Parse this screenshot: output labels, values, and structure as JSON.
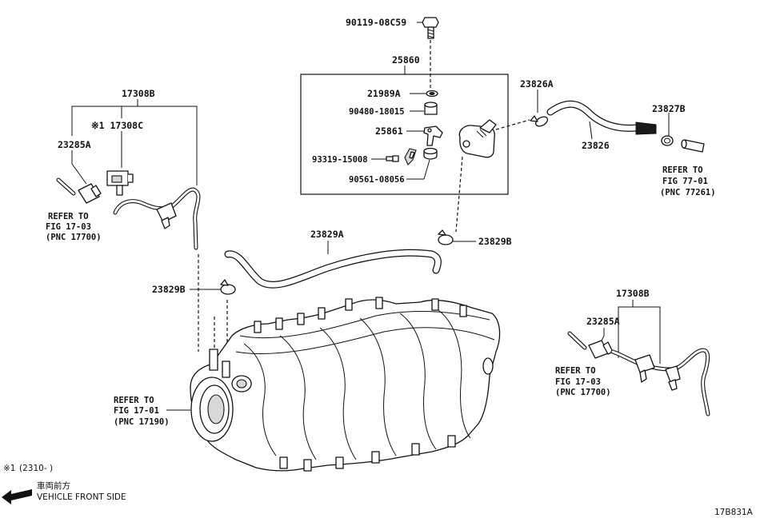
{
  "labels": {
    "p90119": "90119-08C59",
    "p25860": "25860",
    "p21989a": "21989A",
    "p90480": "90480-18015",
    "p25861": "25861",
    "p93319": "93319-15008",
    "p90561": "90561-08056",
    "p23826a": "23826A",
    "p23827b": "23827B",
    "p23826": "23826",
    "p17308b_left": "17308B",
    "p17308c": "※1 17308C",
    "p23285a_left": "23285A",
    "p23829a": "23829A",
    "p23829b_right": "23829B",
    "p23829b_left": "23829B",
    "p17308b_right": "17308B",
    "p23285a_right": "23285A"
  },
  "refs": {
    "fig7701": {
      "line1": "REFER TO",
      "line2": "FIG 77-01",
      "line3": "(PNC 77261)"
    },
    "fig1703_left": {
      "line1": "REFER TO",
      "line2": "FIG 17-03",
      "line3": "(PNC 17700)"
    },
    "fig1703_right": {
      "line1": "REFER TO",
      "line2": "FIG 17-03",
      "line3": "(PNC 17700)"
    },
    "fig1701": {
      "line1": "REFER TO",
      "line2": "FIG 17-01",
      "line3": "(PNC 17190)"
    }
  },
  "footnote": {
    "mark": "※1",
    "text": "(2310-     )"
  },
  "front": {
    "jp": "車両前方",
    "en": "VEHICLE FRONT SIDE"
  },
  "figure_code": "17B831A",
  "icons": [
    "front-arrow-icon"
  ]
}
